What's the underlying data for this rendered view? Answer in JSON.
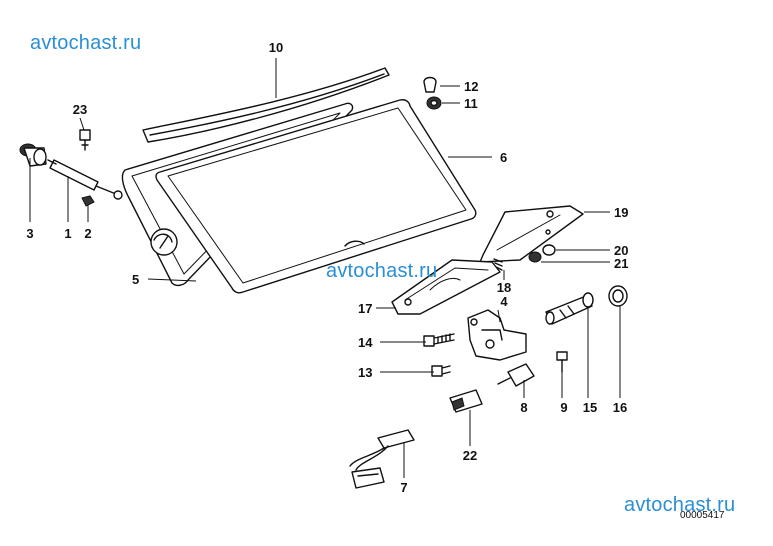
{
  "watermarks": [
    "avtochast.ru",
    "avtochast.ru",
    "avtochast.ru"
  ],
  "doc_id": "00005417",
  "callouts": [
    "10",
    "12",
    "11",
    "23",
    "6",
    "3",
    "1",
    "2",
    "19",
    "20",
    "21",
    "5",
    "18",
    "4",
    "17",
    "14",
    "13",
    "8",
    "9",
    "15",
    "16",
    "22",
    "7"
  ],
  "colors": {
    "watermark": "#2a8fd6",
    "lines": "#111111",
    "background": "#ffffff"
  }
}
